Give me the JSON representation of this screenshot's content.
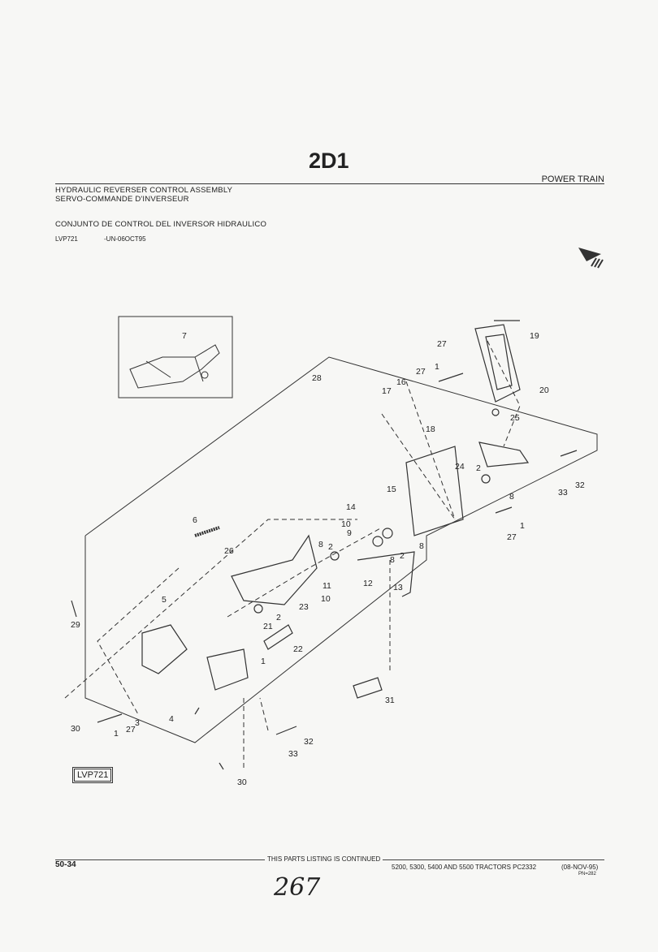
{
  "header": {
    "section": "2D1",
    "group": "POWER TRAIN",
    "title_en": "HYDRAULIC REVERSER CONTROL ASSEMBLY",
    "title_fr": "SERVO-COMMANDE D'INVERSEUR",
    "title_es": "CONJUNTO DE CONTROL DEL INVERSOR HIDRAULICO",
    "illustration_code": "LVP721",
    "serial_range": "-UN-06OCT95"
  },
  "diagram": {
    "label": "LVP721",
    "callouts": [
      "7",
      "28",
      "27",
      "19",
      "27",
      "1",
      "16",
      "17",
      "20",
      "18",
      "25",
      "24",
      "2",
      "32",
      "33",
      "15",
      "8",
      "6",
      "14",
      "1",
      "27",
      "10",
      "8",
      "9",
      "8",
      "2",
      "2",
      "8",
      "26",
      "12",
      "13",
      "11",
      "10",
      "5",
      "23",
      "2",
      "21",
      "29",
      "22",
      "1",
      "31",
      "3",
      "4",
      "27",
      "1",
      "30",
      "32",
      "33",
      "30"
    ]
  },
  "footer": {
    "page": "50-34",
    "continued": "THIS PARTS LISTING IS CONTINUED",
    "models": "5200, 5300, 5400 AND 5500 TRACTORS   PC2332",
    "date": "(08-NOV-95)",
    "fn": "PN=282",
    "handwritten": "267"
  }
}
